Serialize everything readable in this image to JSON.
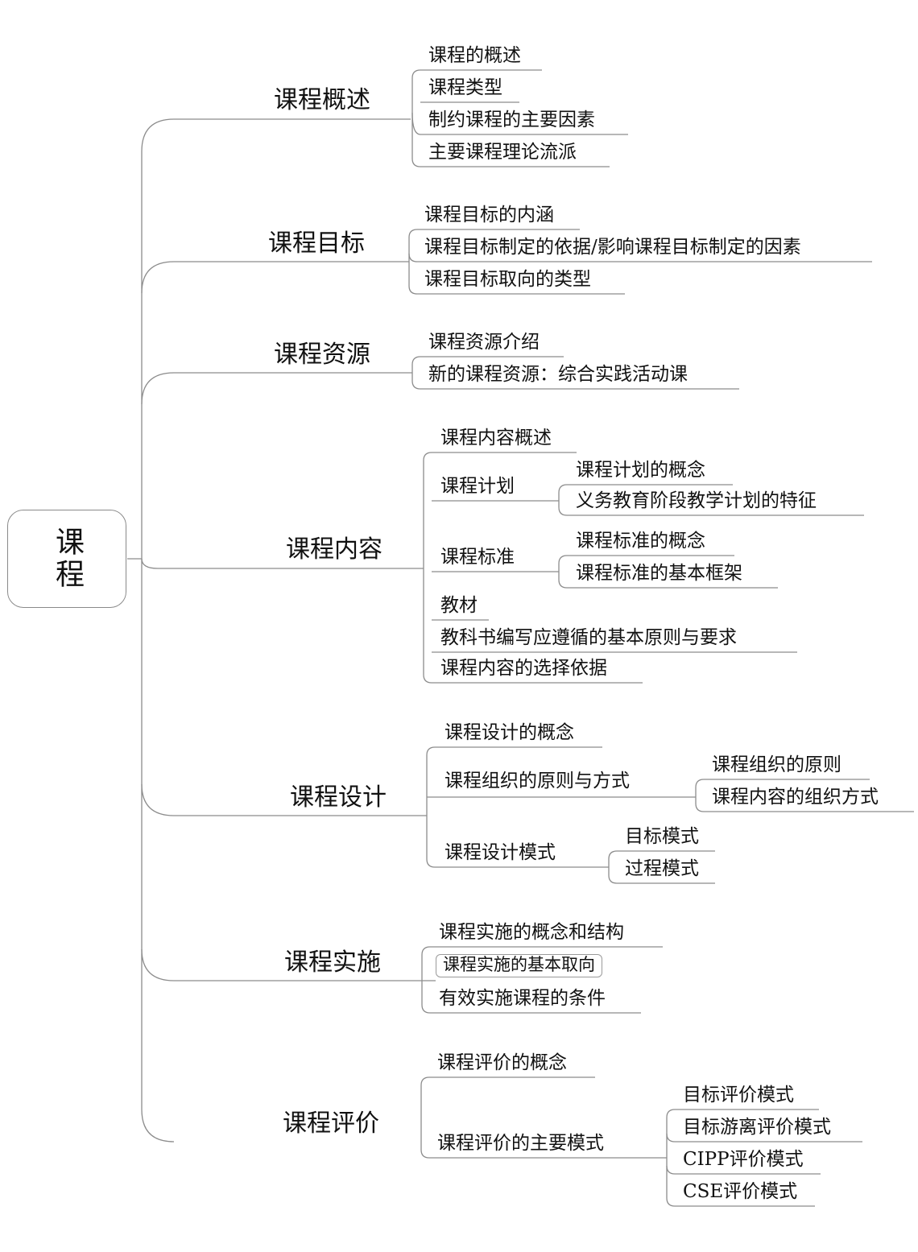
{
  "root": "课程",
  "branches": [
    {
      "label": "课程概述",
      "children": [
        "课程的概述",
        "课程类型",
        "制约课程的主要因素",
        "主要课程理论流派"
      ]
    },
    {
      "label": "课程目标",
      "children": [
        "课程目标的内涵",
        "课程目标制定的依据/影响课程目标制定的因素",
        "课程目标取向的类型"
      ]
    },
    {
      "label": "课程资源",
      "children": [
        "课程资源介绍",
        "新的课程资源：综合实践活动课"
      ]
    },
    {
      "label": "课程内容",
      "children": [
        "课程内容概述",
        "课程计划",
        "课程标准",
        "教材",
        "教科书编写应遵循的基本原则与要求",
        "课程内容的选择依据"
      ],
      "sub": {
        "plan": [
          "课程计划的概念",
          "义务教育阶段教学计划的特征"
        ],
        "standard": [
          "课程标准的概念",
          "课程标准的基本框架"
        ]
      }
    },
    {
      "label": "课程设计",
      "children": [
        "课程设计的概念",
        "课程组织的原则与方式",
        "课程设计模式"
      ],
      "sub": {
        "organization": [
          "课程组织的原则",
          "课程内容的组织方式"
        ],
        "mode": [
          "目标模式",
          "过程模式"
        ]
      }
    },
    {
      "label": "课程实施",
      "children": [
        "课程实施的概念和结构",
        "课程实施的基本取向",
        "有效实施课程的条件"
      ]
    },
    {
      "label": "课程评价",
      "children": [
        "课程评价的概念",
        "课程评价的主要模式"
      ],
      "sub": {
        "modes": [
          "目标评价模式",
          "目标游离评价模式",
          "CIPP评价模式",
          "CSE评价模式"
        ]
      }
    }
  ]
}
